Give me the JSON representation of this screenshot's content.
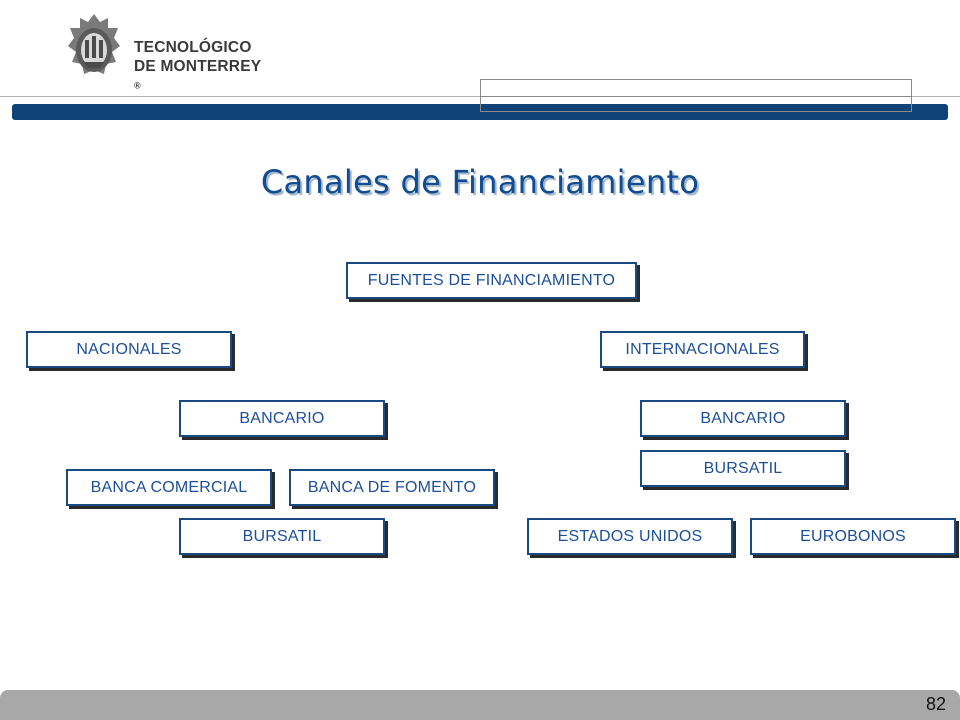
{
  "header": {
    "logo_line1": "TECNOLÓGICO",
    "logo_line2": "DE MONTERREY",
    "logo_reg": "®",
    "accent_color": "#0f4377"
  },
  "slide": {
    "title": "Canales de Financiamiento",
    "page_number": "82"
  },
  "diagram": {
    "root": "FUENTES DE FINANCIAMIENTO",
    "left": {
      "label": "NACIONALES",
      "bancario": "BANCARIO",
      "banca_comercial": "BANCA COMERCIAL",
      "banca_fomento": "BANCA DE FOMENTO",
      "bursatil": "BURSATIL"
    },
    "right": {
      "label": "INTERNACIONALES",
      "bancario": "BANCARIO",
      "bursatil": "BURSATIL",
      "estados_unidos": "ESTADOS UNIDOS",
      "eurobonos": "EUROBONOS"
    }
  }
}
